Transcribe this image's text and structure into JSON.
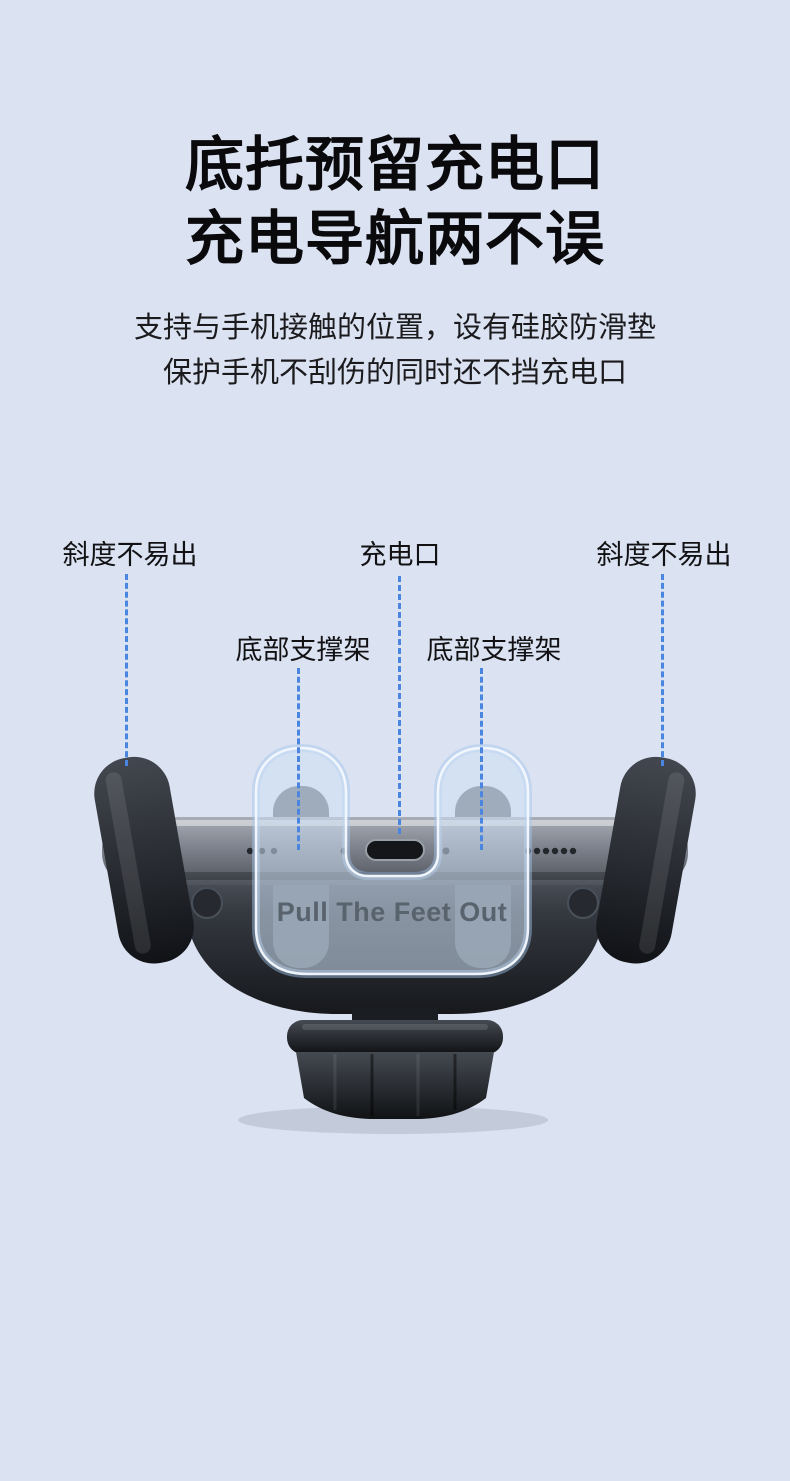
{
  "colors": {
    "background": "#dbe2f1",
    "leader_line": "#4a86e0",
    "title_text": "#0a0a0c",
    "highlight_fill": "#cfe0f4",
    "overlay_text": "#59636e"
  },
  "title": {
    "line1": "底托预留充电口",
    "line2": "充电导航两不误"
  },
  "subtitle": {
    "line1": "支持与手机接触的位置，设有硅胶防滑垫",
    "line2": "保护手机不刮伤的同时还不挡充电口"
  },
  "callouts": {
    "items": [
      {
        "id": "tilt-left",
        "label": "斜度不易出"
      },
      {
        "id": "charging-port",
        "label": "充电口"
      },
      {
        "id": "tilt-right",
        "label": "斜度不易出"
      },
      {
        "id": "bottom-support-left",
        "label": "底部支撑架"
      },
      {
        "id": "bottom-support-right",
        "label": "底部支撑架"
      }
    ]
  },
  "product": {
    "overlay_text": "Pull The Feet Out"
  }
}
